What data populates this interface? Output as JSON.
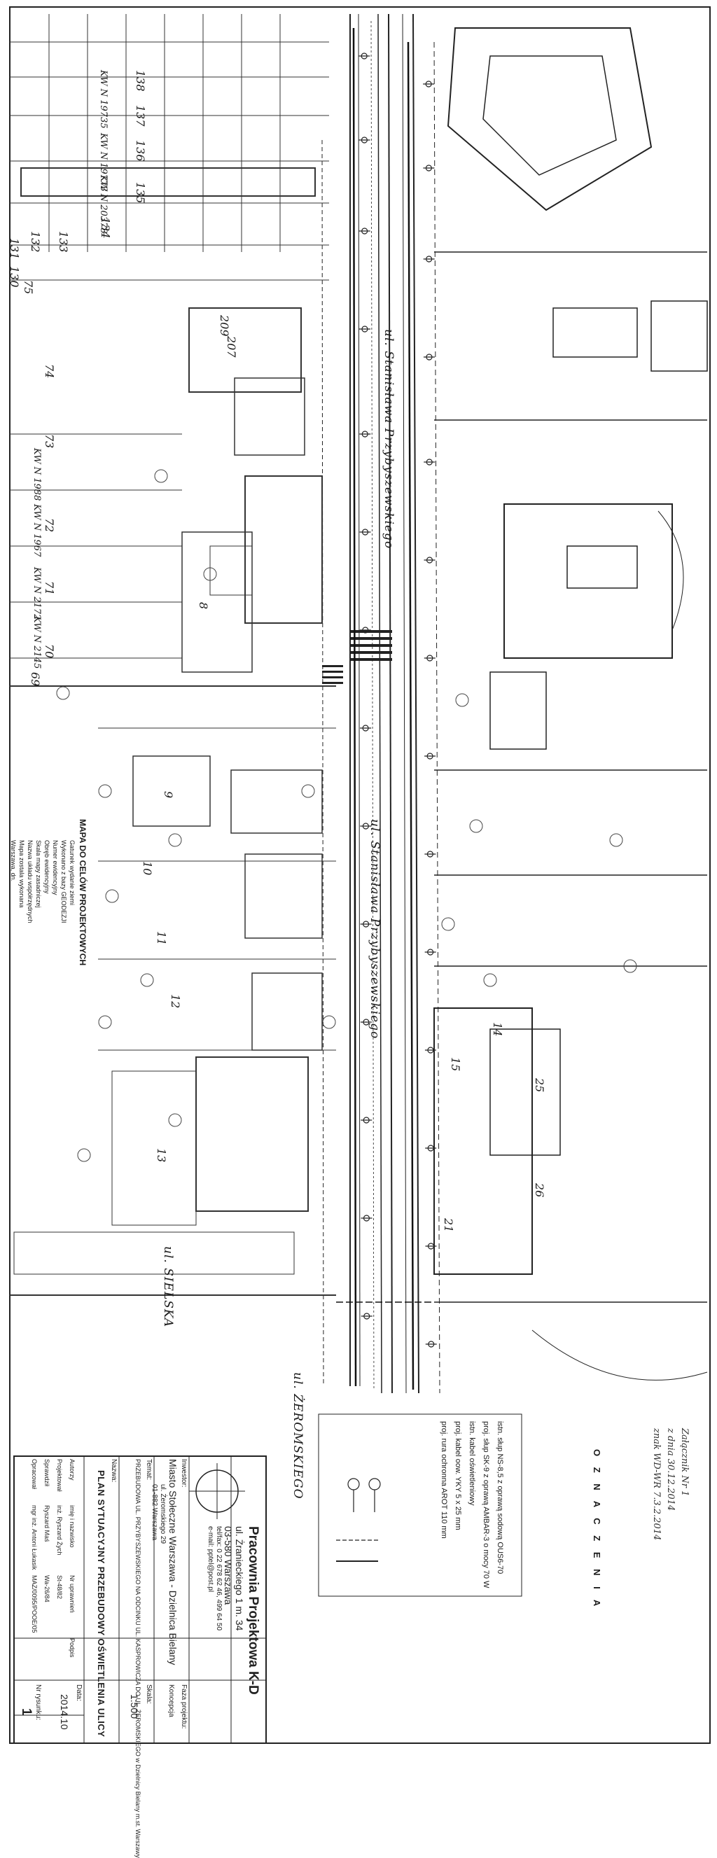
{
  "streets": {
    "main": "ul. Stanisława Przybyszewskiego",
    "cross_bottom": "ul. ŻEROMSKIEGO",
    "cross_left": "ul. SIELSKA"
  },
  "parcels": [
    "138",
    "137",
    "136",
    "135",
    "134",
    "133",
    "132",
    "131",
    "130",
    "75",
    "74",
    "73",
    "72",
    "71",
    "70",
    "69",
    "207",
    "209",
    "8",
    "9",
    "10",
    "11",
    "12",
    "13",
    "14",
    "15",
    "21",
    "25",
    "26"
  ],
  "kw_labels": [
    "KW N 19735",
    "KW N 19773",
    "KW N 20378",
    "KW N 1988",
    "KW N 1967",
    "KW N 2172",
    "KW N 2145"
  ],
  "map_card": {
    "title": "MAPA DO CELÓW PROJEKTOWYCH",
    "lines": [
      "Gatunek wydanie ziemi",
      "Wykonano z bazy GEODEZJI",
      "Numer ewidencyjny",
      "Obręb ewidencyjny",
      "Skala mapy zasadniczej",
      "Nazwa układu współrzędnych",
      "Mapa zostala wykonana",
      "Warszawa, dn."
    ]
  },
  "legend": {
    "heading": "O Z N A C Z E N I A",
    "items": [
      "istn. słup NS-8,5 z oprawą sodową OUS6-70",
      "proj. słup SK-9 z oprawą AMBAR-3 o mocy 70 W",
      "istn. kabel oświetleniowy",
      "proj. kabel oow. YKY 5 x 25 mm",
      "proj. rura ochronna AROT 110 mm"
    ]
  },
  "stamp": {
    "line1": "Załącznik Nr 1",
    "line2": "z dnia 30.12.2014",
    "line3": "znak WD-WR 7.3.2.2014"
  },
  "title_block": {
    "company": "Pracownia Projektowa K-D",
    "address1": "ul. Żranieckiego 1 m. 34",
    "address2": "03-580 Warszawa",
    "phone": "tel/fax: 0 22 678 62 46, 499 64 50",
    "email": "e-mail: pptel@post.pl",
    "investor_label": "Inwestor:",
    "investor": "Miasto Stołeczne Warszawa - Dzielnica Bielany",
    "investor_addr1": "ul. Żeromskiego 29",
    "investor_addr2": "01-882 Warszawa",
    "phase_label": "Faza projektu:",
    "phase": "Koncepcja",
    "subject_label": "Temat:",
    "subject": "PRZEBUDOWA UL. PRZYBYSZEWSKIEGO NA ODCINKU UL. KASPROWICZA DO UL. ŻEROMSKIEGO w Dzielnicy Bielany m.st. Warszawy",
    "scale_label": "Skala:",
    "scale": "1:500",
    "drawing_label": "Nazwa:",
    "drawing": "PLAN SYTUACYJNY PRZEBUDOWY OŚWIETLENIA ULICY",
    "date_label": "Data:",
    "date": "2014.10",
    "sheet_label": "Nr rysunku:",
    "sheet": "1",
    "roles": [
      "Autorzy",
      "Projektował",
      "Sprawdził",
      "Opracował"
    ],
    "names": [
      "imię i nazwisko",
      "inż. Ryszard Żych",
      "Ryszard Maś",
      "mgr inż. Antoni Łukasik"
    ],
    "licences": [
      "Nr uprawnień",
      "St-48/82",
      "Wa-26/84",
      "MAZ/0095/POOE/05"
    ],
    "signatures": [
      "Podpis",
      "",
      "",
      ""
    ]
  },
  "colors": {
    "ink": "#1e1e1e",
    "grid": "#555555",
    "light": "#8a8a8a",
    "paper": "#ffffff"
  }
}
